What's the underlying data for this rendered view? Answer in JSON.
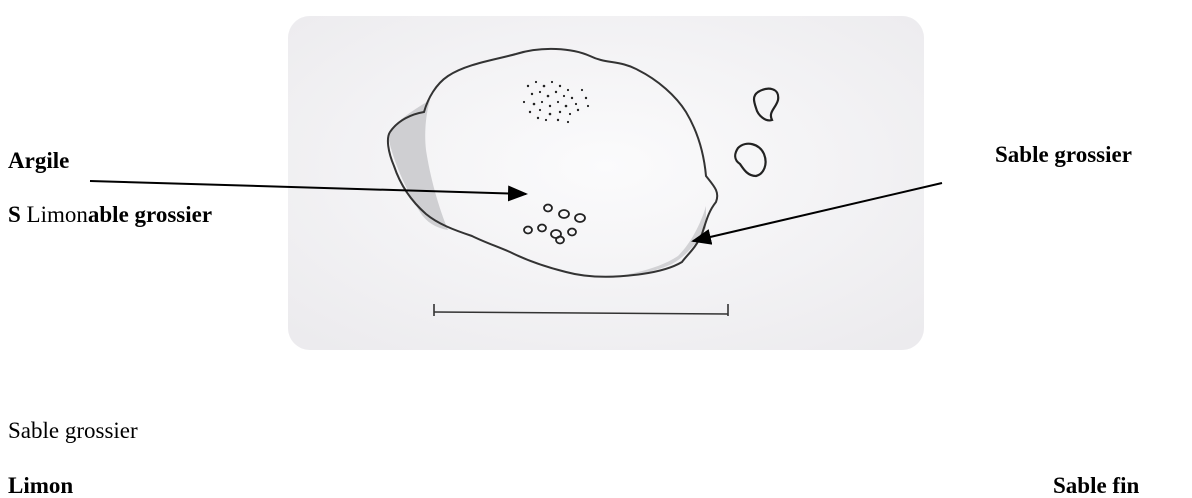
{
  "labels": {
    "argile": "Argile",
    "s_prefix": "S",
    "limon_inline": " Limon",
    "able_grossier": "able grossier",
    "sable_grossier_right": "Sable grossier",
    "sable_grossier_plain": "Sable grossier",
    "limon_bottom": "Limon",
    "sable_fin": "Sable fin"
  }
}
